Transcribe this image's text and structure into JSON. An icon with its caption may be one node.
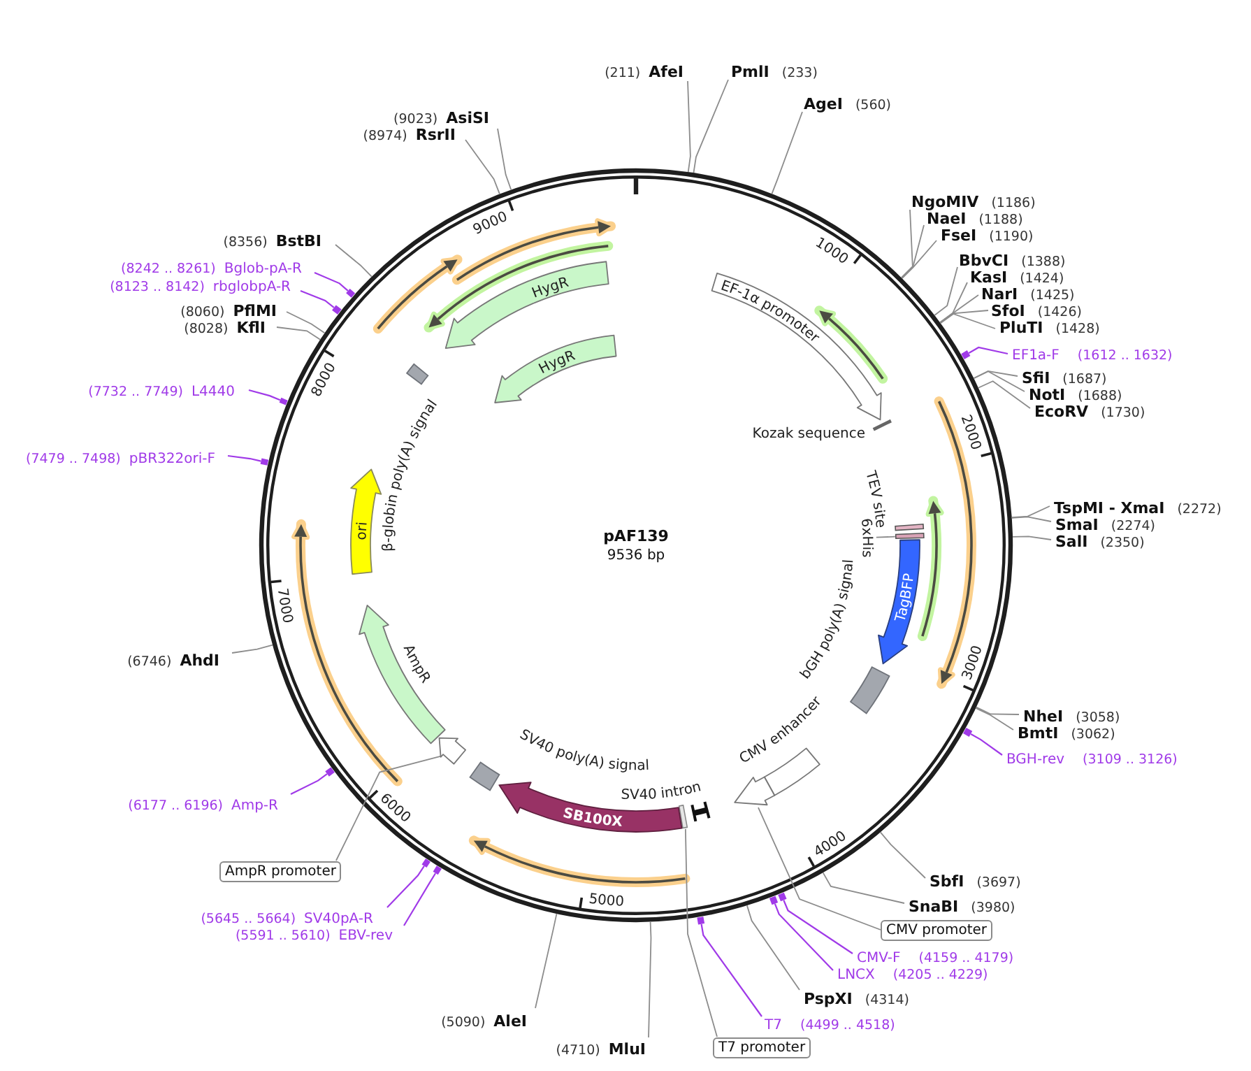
{
  "diagram": {
    "title": "pAF139",
    "nodes": [
      {
        "text": [
          "AfeI"
        ],
        "beside": [
          "(211)"
        ]
      },
      {
        "text": [
          "PmlI"
        ],
        "beside": [
          "(233)"
        ]
      },
      {
        "text": [
          "AgeI"
        ],
        "beside": [
          "(560)"
        ]
      },
      {
        "text": [
          "NgoMIV"
        ],
        "beside": [
          "(1186)"
        ]
      },
      {
        "text": [
          "NaeI"
        ],
        "beside": [
          "(1188)"
        ]
      },
      {
        "text": [
          "FseI"
        ],
        "beside": [
          "(1190)"
        ]
      },
      {
        "text": [
          "BbvCI"
        ],
        "beside": [
          "(1388)"
        ]
      },
      {
        "text": [
          "KasI"
        ],
        "beside": [
          "(1424)"
        ]
      },
      {
        "text": [
          "NarI"
        ],
        "beside": [
          "(1425)"
        ]
      },
      {
        "text": [
          "SfoI"
        ],
        "beside": [
          "(1426)"
        ]
      },
      {
        "text": [
          "PluTI"
        ],
        "beside": [
          "(1428)"
        ]
      },
      {
        "text": [
          "EF1a-F"
        ],
        "beside": [
          "(1612 .. 1632)"
        ]
      },
      {
        "text": [
          "SfiI"
        ],
        "beside": [
          "(1687)"
        ]
      },
      {
        "text": [
          "NotI"
        ],
        "beside": [
          "(1688)"
        ]
      },
      {
        "text": [
          "EcoRV"
        ],
        "beside": [
          "(1730)"
        ]
      },
      {
        "text": [
          "TspMI - XmaI"
        ],
        "beside": [
          "(2272)"
        ]
      },
      {
        "text": [
          "SmaI"
        ],
        "beside": [
          "(2274)"
        ]
      },
      {
        "text": [
          "SalI"
        ],
        "beside": [
          "(2350)"
        ]
      },
      {
        "text": [
          "NheI"
        ],
        "beside": [
          "(3058)"
        ]
      },
      {
        "text": [
          "BmtI"
        ],
        "beside": [
          "(3062)"
        ]
      },
      {
        "text": [
          "BGH-rev"
        ],
        "beside": [
          "(3109 .. 3126)"
        ]
      },
      {
        "text": [
          "SbfI"
        ],
        "beside": [
          "(3697)"
        ]
      },
      {
        "text": [
          "SnaBI"
        ],
        "beside": [
          "(3980)"
        ]
      },
      {
        "text": [
          "CMV promoter"
        ]
      },
      {
        "text": [
          "CMV-F"
        ],
        "beside": [
          "(4159 .. 4179)"
        ]
      },
      {
        "text": [
          "LNCX"
        ],
        "beside": [
          "(4205 .. 4229)"
        ]
      },
      {
        "text": [
          "PspXI"
        ],
        "beside": [
          "(4314)"
        ]
      },
      {
        "text": [
          "T7"
        ],
        "beside": [
          "(4499 .. 4518)"
        ]
      },
      {
        "text": [
          "T7 promoter"
        ]
      },
      {
        "text": [
          "MluI"
        ],
        "beside": [
          "(4710)"
        ]
      },
      {
        "text": [
          "AleI"
        ],
        "beside": [
          "(5090)"
        ]
      },
      {
        "text": [
          "SV40pA-R"
        ],
        "beside": [
          "(5645 .. 5664)"
        ]
      },
      {
        "text": [
          "EBV-rev"
        ],
        "beside": [
          "(5591 .. 5610)"
        ]
      },
      {
        "text": [
          "AmpR promoter"
        ]
      },
      {
        "text": [
          "Amp-R"
        ],
        "beside": [
          "(6177 .. 6196)"
        ]
      },
      {
        "text": [
          "AhdI"
        ],
        "beside": [
          "(6746)"
        ]
      },
      {
        "text": [
          "pBR322ori-F"
        ],
        "beside": [
          "(7479 .. 7498)"
        ]
      },
      {
        "text": [
          "L4440"
        ],
        "beside": [
          "(7732 .. 7749)"
        ]
      },
      {
        "text": [
          "KflI"
        ],
        "beside": [
          "(8028)"
        ]
      },
      {
        "text": [
          "PflMI"
        ],
        "beside": [
          "(8060)"
        ]
      },
      {
        "text": [
          "rbglobpA-R"
        ],
        "beside": [
          "(8123 .. 8142)"
        ]
      },
      {
        "text": [
          "Bglob-pA-R"
        ],
        "beside": [
          "(8242 .. 8261)"
        ]
      },
      {
        "text": [
          "BstBI"
        ],
        "beside": [
          "(8356)"
        ]
      },
      {
        "text": [
          "RsrII"
        ],
        "beside": [
          "(8974)"
        ]
      },
      {
        "text": [
          "AsiSI"
        ],
        "beside": [
          "(9023)"
        ]
      },
      {
        "text": [
          "HygR"
        ]
      },
      {
        "text": [
          "HygR"
        ]
      },
      {
        "text": [
          "β-globin poly(A) signal"
        ]
      },
      {
        "text": [
          "EF-1α promoter"
        ]
      },
      {
        "text": [
          "Kozak sequence"
        ]
      },
      {
        "text": [
          "TEV site"
        ]
      },
      {
        "text": [
          "6xHis"
        ]
      },
      {
        "text": [],
        "shape": "bar"
      },
      {
        "text": [
          "TagBFP"
        ]
      },
      {
        "text": [
          "bGH poly(A) signal"
        ]
      },
      {
        "text": [
          "CMV enhancer"
        ]
      },
      {
        "text": [],
        "shape": "arrow"
      },
      {
        "text": [
          "SV40 intron"
        ]
      },
      {
        "text": [],
        "shape": "bar"
      },
      {
        "text": [
          "SB100X"
        ]
      },
      {
        "text": [
          "SV40 poly(A) signal"
        ]
      },
      {
        "text": [],
        "shape": "arrow"
      },
      {
        "text": [
          "AmpR"
        ]
      },
      {
        "text": [
          "ori"
        ]
      },
      {
        "text": [],
        "shape": "bar"
      },
      {
        "text": [],
        "shape": "bar"
      },
      {
        "text": [],
        "shape": "bar"
      },
      {
        "text": [],
        "shape": "bar"
      },
      {
        "text": [],
        "shape": "bar"
      },
      {
        "text": [],
        "shape": "bar"
      },
      {
        "text": [],
        "shape": "bar"
      },
      {
        "text": [],
        "shape": "bar"
      },
      {
        "text": [],
        "shape": "bar"
      },
      {
        "text": [],
        "shape": "bar"
      },
      {
        "text": [],
        "shape": "bar"
      },
      {
        "text": [],
        "shape": "bar"
      }
    ],
    "edges": [
      {
        "from": 0,
        "to": null,
        "arrow": "none"
      },
      {
        "from": 1,
        "to": null,
        "arrow": "none"
      },
      {
        "from": 2,
        "to": null,
        "arrow": "none"
      },
      {
        "from": 3,
        "to": null,
        "arrow": "none"
      },
      {
        "from": 4,
        "to": null,
        "arrow": "none"
      },
      {
        "from": 5,
        "to": null,
        "arrow": "none"
      },
      {
        "from": 6,
        "to": null,
        "arrow": "none"
      },
      {
        "from": 7,
        "to": null,
        "arrow": "none"
      },
      {
        "from": 8,
        "to": null,
        "arrow": "none"
      },
      {
        "from": 9,
        "to": null,
        "arrow": "none"
      },
      {
        "from": 10,
        "to": null,
        "arrow": "none"
      },
      {
        "from": 11,
        "to": 64,
        "arrow": "none",
        "color": "#a03ae8"
      },
      {
        "from": 12,
        "to": null,
        "arrow": "none"
      },
      {
        "from": 13,
        "to": null,
        "arrow": "none"
      },
      {
        "from": 14,
        "to": null,
        "arrow": "none"
      },
      {
        "from": 15,
        "to": null,
        "arrow": "none"
      },
      {
        "from": 16,
        "to": null,
        "arrow": "none"
      },
      {
        "from": 17,
        "to": null,
        "arrow": "none"
      },
      {
        "from": 18,
        "to": null,
        "arrow": "none"
      },
      {
        "from": 19,
        "to": null,
        "arrow": "none"
      },
      {
        "from": 20,
        "to": 65,
        "arrow": "none",
        "color": "#a03ae8"
      },
      {
        "from": 21,
        "to": null,
        "arrow": "none"
      },
      {
        "from": 22,
        "to": null,
        "arrow": "none"
      },
      {
        "from": 23,
        "to": 56,
        "arrow": "none"
      },
      {
        "from": 24,
        "to": 66,
        "arrow": "none",
        "color": "#a03ae8"
      },
      {
        "from": 25,
        "to": 67,
        "arrow": "none",
        "color": "#a03ae8"
      },
      {
        "from": 26,
        "to": null,
        "arrow": "none"
      },
      {
        "from": 27,
        "to": 68,
        "arrow": "none",
        "color": "#a03ae8"
      },
      {
        "from": 28,
        "to": 58,
        "arrow": "none"
      },
      {
        "from": 29,
        "to": null,
        "arrow": "none"
      },
      {
        "from": 30,
        "to": null,
        "arrow": "none"
      },
      {
        "from": 31,
        "to": 69,
        "arrow": "none",
        "color": "#a03ae8"
      },
      {
        "from": 32,
        "to": 70,
        "arrow": "none",
        "color": "#a03ae8"
      },
      {
        "from": 33,
        "to": 61,
        "arrow": "none"
      },
      {
        "from": 34,
        "to": 71,
        "arrow": "none",
        "color": "#a03ae8"
      },
      {
        "from": 35,
        "to": null,
        "arrow": "none"
      },
      {
        "from": 36,
        "to": 72,
        "arrow": "none",
        "color": "#a03ae8"
      },
      {
        "from": 37,
        "to": 73,
        "arrow": "none",
        "color": "#a03ae8"
      },
      {
        "from": 38,
        "to": null,
        "arrow": "none"
      },
      {
        "from": 39,
        "to": null,
        "arrow": "none"
      },
      {
        "from": 40,
        "to": 74,
        "arrow": "none",
        "color": "#a03ae8"
      },
      {
        "from": 41,
        "to": 75,
        "arrow": "none",
        "color": "#a03ae8"
      },
      {
        "from": 42,
        "to": null,
        "arrow": "none"
      },
      {
        "from": 43,
        "to": null,
        "arrow": "none"
      },
      {
        "from": 44,
        "to": null,
        "arrow": "none"
      },
      {
        "from": 51,
        "to": 52,
        "arrow": "none"
      }
    ],
    "labels": [
      "9536 bp",
      "1000",
      "2000",
      "3000",
      "4000",
      "5000",
      "6000",
      "7000",
      "8000",
      "9000"
    ]
  }
}
